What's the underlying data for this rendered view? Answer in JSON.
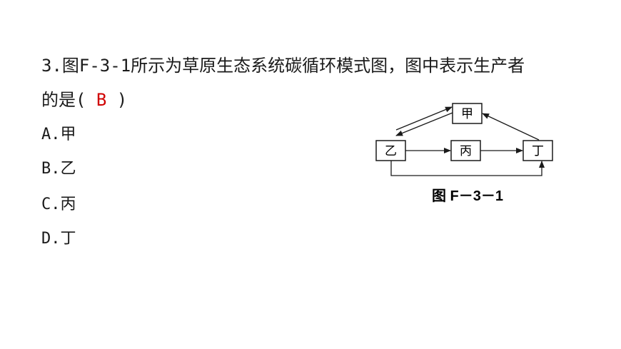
{
  "question": {
    "line1": "3.图F-3-1所示为草原生态系统碳循环模式图，图中表示生产者",
    "line2_prefix": "的是(  ",
    "answer": "B",
    "line2_suffix": "  )"
  },
  "options": [
    {
      "label": "A.甲"
    },
    {
      "label": "B.乙"
    },
    {
      "label": "C.丙"
    },
    {
      "label": "D.丁"
    }
  ],
  "figure": {
    "nodes": {
      "jia": "甲",
      "yi": "乙",
      "bing": "丙",
      "ding": "丁"
    },
    "caption": "图 F－3－1"
  }
}
